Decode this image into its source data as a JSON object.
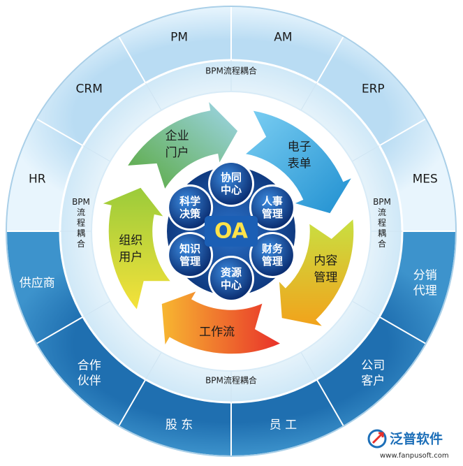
{
  "outer_ring": {
    "top": [
      "PM",
      "AM",
      "ERP",
      "MES",
      "CRM",
      "HR"
    ],
    "bottom": [
      "分销\n代理",
      "公司\n客户",
      "员 工",
      "股 东",
      "合作\n伙伴",
      "供应商"
    ]
  },
  "middle_ring": {
    "bpm_label": "BPM流程耦合"
  },
  "arrows": [
    "电子\n表单",
    "内容\n管理",
    "工作流",
    "组织\n用户",
    "企业\n门户"
  ],
  "hub": {
    "center": "OA",
    "modules": [
      "协同\n中心",
      "人事\n管理",
      "财务\n管理",
      "资源\n中心",
      "知识\n管理",
      "科学\n决策"
    ]
  },
  "logo": {
    "name": "泛普软件",
    "url": "www.fanpusoft.com"
  },
  "colors": {
    "outer_top": "#d6ecfa",
    "outer_bottom": "#2f87c4",
    "middle_ring": "#eaf5fc",
    "hub": "#1a4d9c",
    "accent_center": "#ffe34a"
  }
}
